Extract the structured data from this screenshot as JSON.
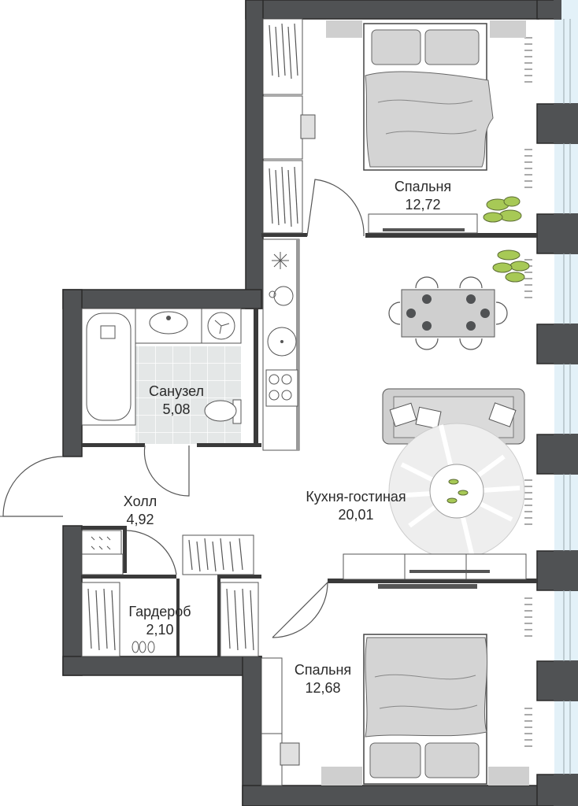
{
  "rooms": {
    "bedroom_top": {
      "name": "Спальня",
      "area": "12,72"
    },
    "bathroom": {
      "name": "Санузел",
      "area": "5,08"
    },
    "hall": {
      "name": "Холл",
      "area": "4,92"
    },
    "living_kitchen": {
      "name": "Кухня-гостиная",
      "area": "20,01"
    },
    "wardrobe": {
      "name": "Гардероб",
      "area": "2,10"
    },
    "bedroom_bottom": {
      "name": "Спальня",
      "area": "12,68"
    }
  },
  "colors": {
    "wall": "#505254",
    "wall_outline": "#2a2a2a",
    "window_glass": "#e3f1f8",
    "furniture_fill": "#cfcfcf",
    "bed_fill": "#d4d4d4",
    "tile_fill": "#e4e7e7",
    "plant_green": "#a7c956",
    "line": "#555555"
  }
}
